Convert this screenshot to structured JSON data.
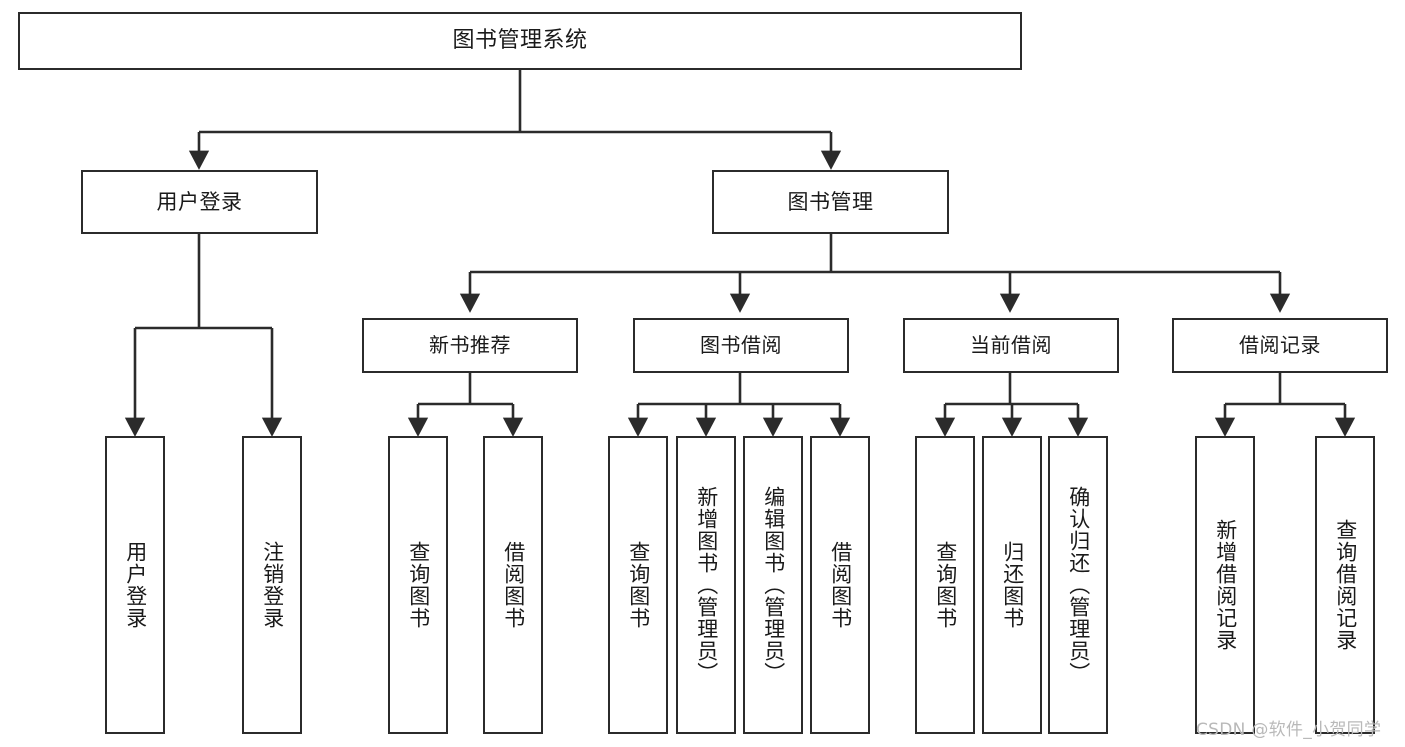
{
  "diagram": {
    "type": "tree",
    "title": "图书管理系统",
    "watermark": "CSDN @软件_小贺同学",
    "colors": {
      "box_border": "#2b2b2b",
      "box_fill": "#ffffff",
      "connector": "#2b2b2b",
      "text": "#1a1a1a",
      "watermark": "#b9b9b9",
      "background": "#ffffff"
    },
    "nodes": {
      "root": {
        "label": "图书管理系统"
      },
      "level2": [
        {
          "label": "用户登录"
        },
        {
          "label": "图书管理"
        }
      ],
      "level3": [
        {
          "label": "新书推荐"
        },
        {
          "label": "图书借阅"
        },
        {
          "label": "当前借阅"
        },
        {
          "label": "借阅记录"
        }
      ],
      "leaves_user_login": [
        {
          "label": "用户登录"
        },
        {
          "label": "注销登录"
        }
      ],
      "leaves_new_book": [
        {
          "label": "查询图书"
        },
        {
          "label": "借阅图书"
        }
      ],
      "leaves_borrow": [
        {
          "label": "查询图书"
        },
        {
          "label": "新增图书（管理员）"
        },
        {
          "label": "编辑图书（管理员）"
        },
        {
          "label": "借阅图书"
        }
      ],
      "leaves_current": [
        {
          "label": "查询图书"
        },
        {
          "label": "归还图书"
        },
        {
          "label": "确认归还（管理员）"
        }
      ],
      "leaves_record": [
        {
          "label": "新增借阅记录"
        },
        {
          "label": "查询借阅记录"
        }
      ]
    }
  }
}
